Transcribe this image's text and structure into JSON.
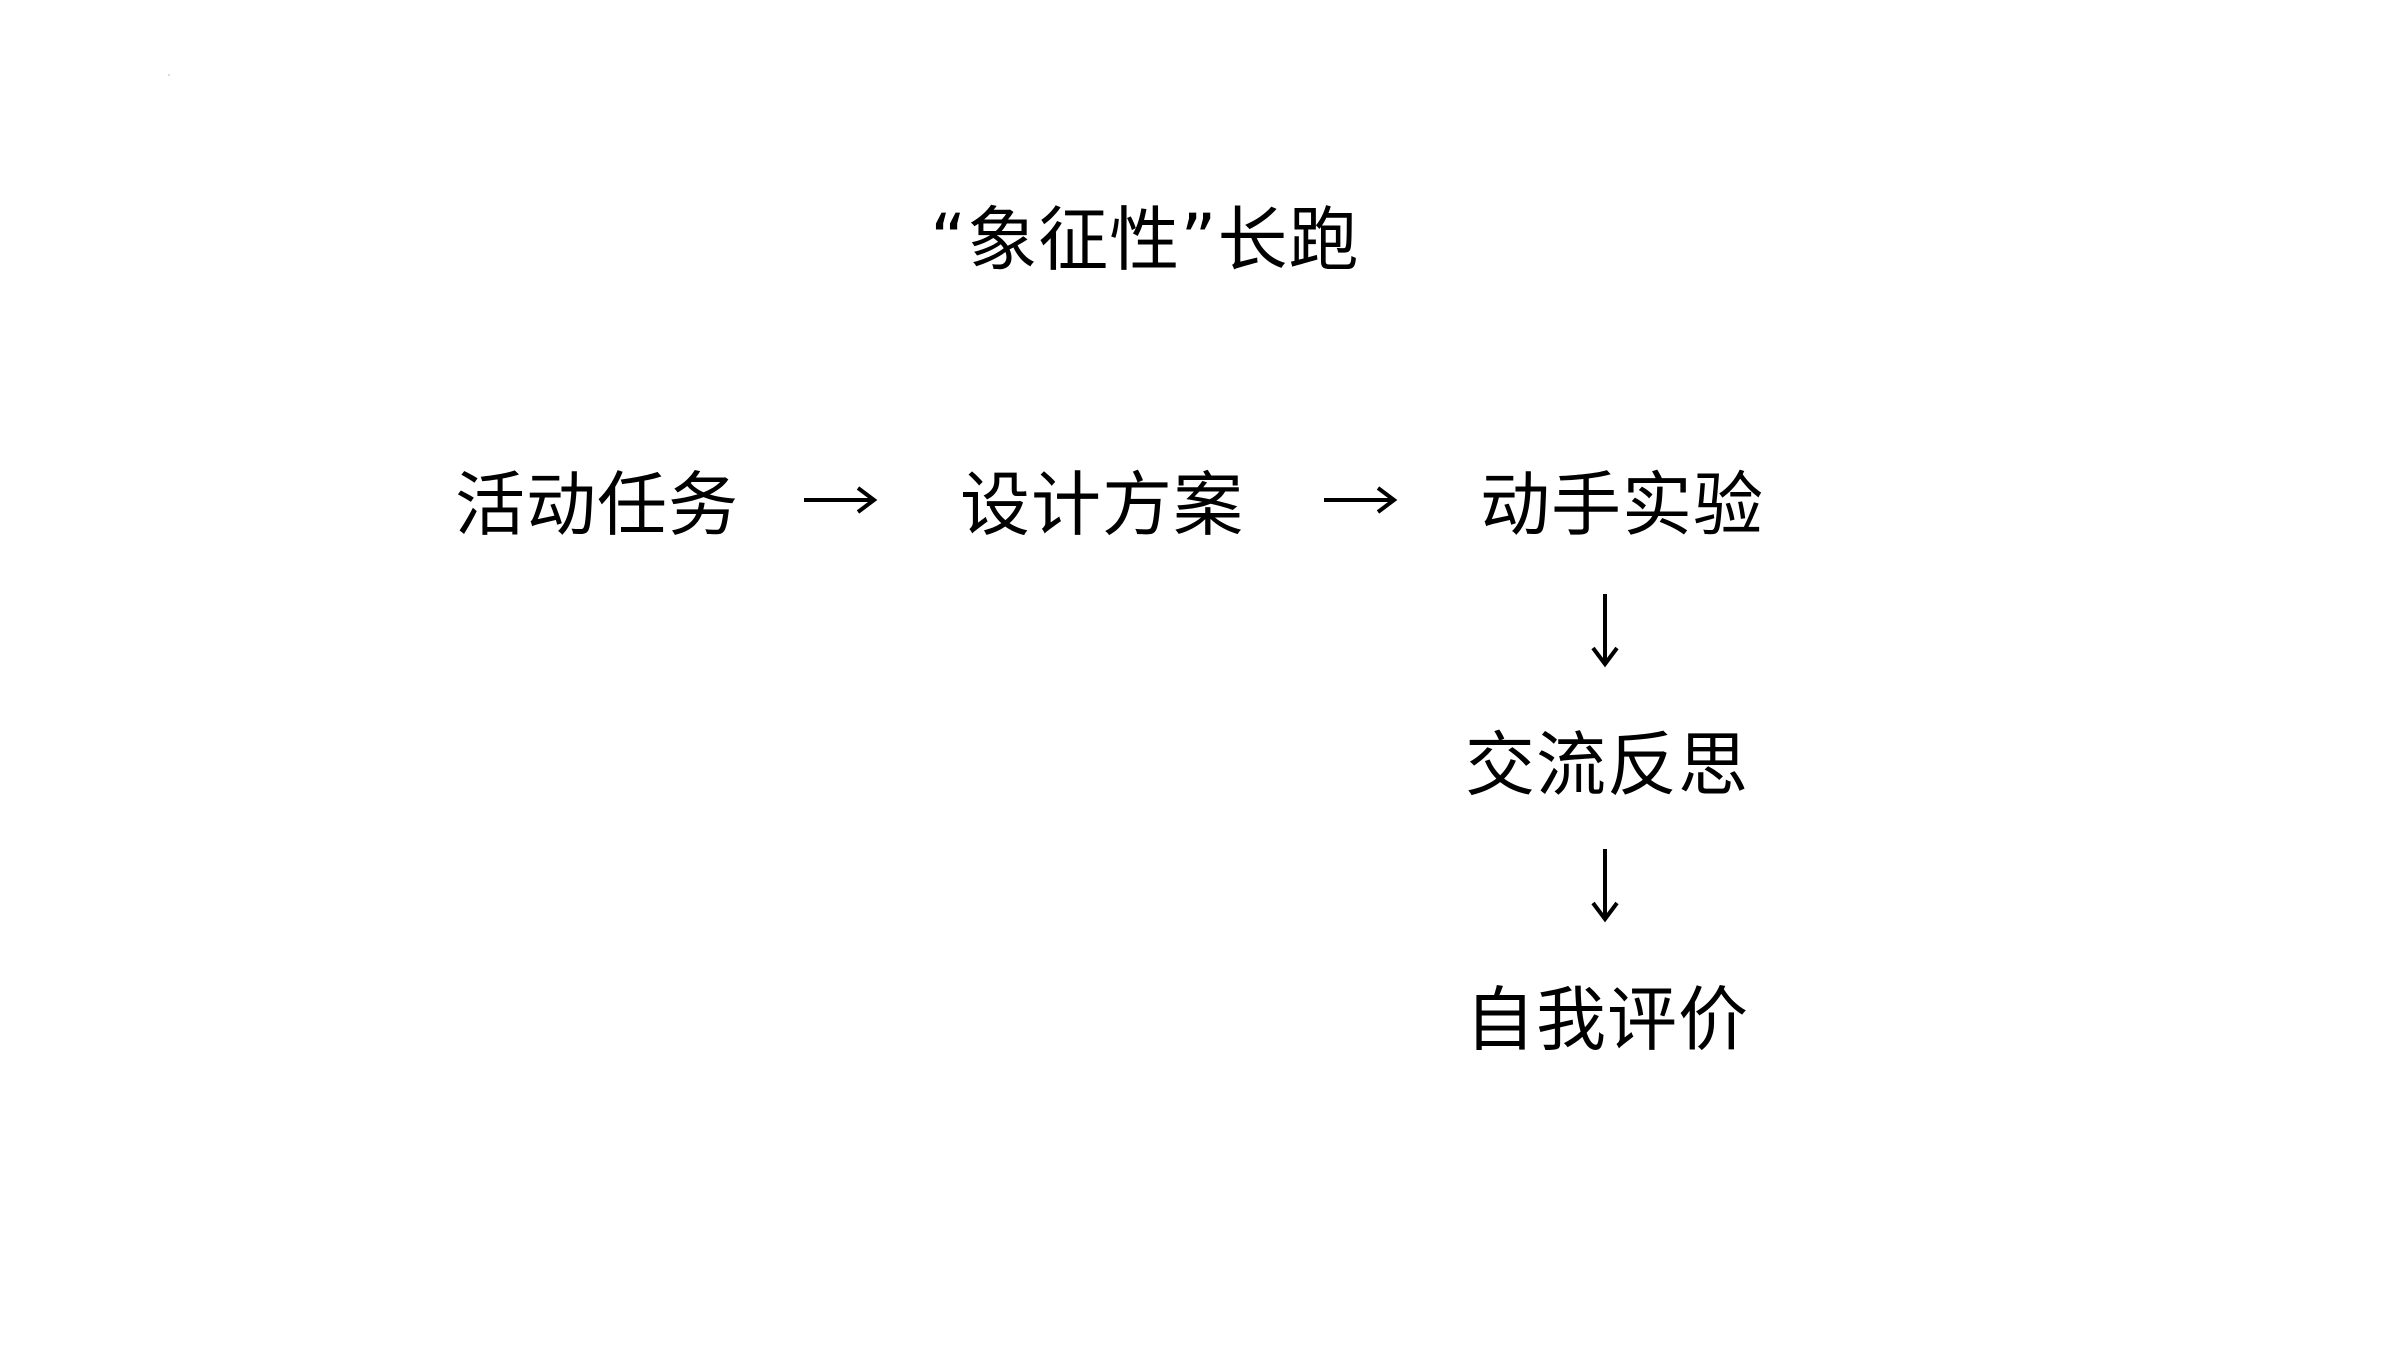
{
  "slide": {
    "title": "“象征性”长跑",
    "steps": [
      {
        "label": "活动任务"
      },
      {
        "label": "设计方案"
      },
      {
        "label": "动手实验"
      },
      {
        "label": "交流反思"
      },
      {
        "label": "自我评价"
      }
    ],
    "arrow_icon_horizontal": "arrow-right-icon",
    "arrow_icon_vertical": "arrow-down-icon",
    "colors": {
      "background": "#ffffff",
      "text": "#000000"
    }
  }
}
